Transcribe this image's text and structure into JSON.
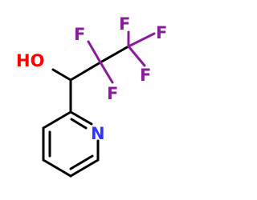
{
  "molecule": {
    "atoms": {
      "hydroxyl": "HO",
      "nitrogen": "N",
      "fluorine": [
        "F",
        "F",
        "F",
        "F",
        "F"
      ]
    },
    "colors": {
      "bond": "#000000",
      "oxygen": "#ff0000",
      "nitrogen": "#3333ff",
      "fluorine": "#8a1c9c"
    }
  }
}
